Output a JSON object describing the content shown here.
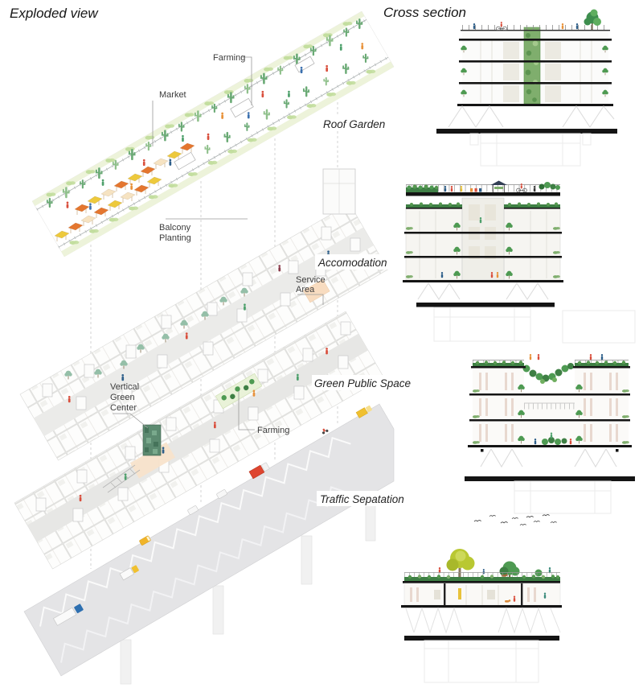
{
  "titles": {
    "exploded": "Exploded view",
    "cross": "Cross section"
  },
  "labels": {
    "farming_roof": "Farming",
    "market": "Market",
    "roof_garden": "Roof Garden",
    "balcony_planting": [
      "Balcony",
      "Planting"
    ],
    "accomodation": "Accomodation",
    "service_area": [
      "Service",
      "Area"
    ],
    "vertical_green_center": [
      "Vertical",
      "Green",
      "Center"
    ],
    "green_public_space": "Green Public Space",
    "farming_street": "Farming",
    "traffic_separation": "Traffic Sepatation"
  },
  "colors": {
    "ink": "#1c1c1c",
    "label": "#3c3c3c",
    "leader": "#9a9a9a",
    "slab": "#141414",
    "cactus": "#6aaa75",
    "cactus_light": "#8fc08b",
    "bush_light": "#c3de9f",
    "pale_green": "#edf3da",
    "teal_tree": "#95bfa8",
    "dark_green": "#3e7f44",
    "mid_green": "#4e9a52",
    "vine_green": "#7fae6d",
    "canopy_orange": "#e4762f",
    "canopy_yellow": "#edc93c",
    "canopy_cream": "#f6e3c2",
    "service_peach": "#f8dcc0",
    "road": "#e4e4e6",
    "truck_red": "#de4530",
    "truck_blue": "#2d6fb0",
    "van_yellow": "#f0b429",
    "stall_navy": "#333f55",
    "tree_lime": "#b9c832"
  }
}
